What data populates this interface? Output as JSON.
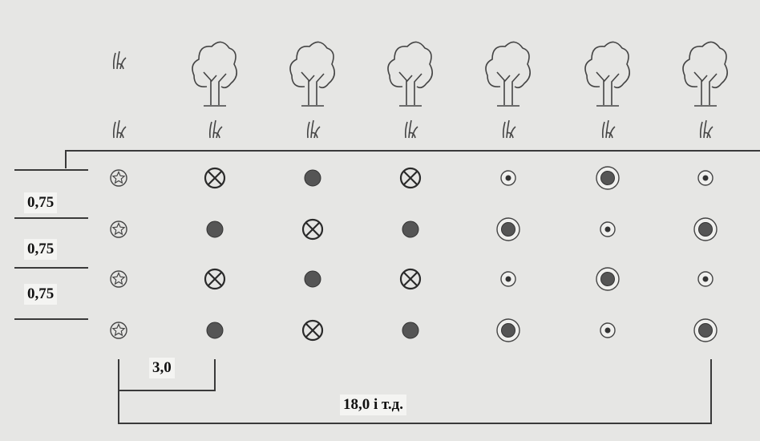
{
  "labels": {
    "row_spacing_1": "0,75",
    "row_spacing_2": "0,75",
    "row_spacing_3": "0,75",
    "column_spacing": "3,0",
    "total_length": "18,0 і т.д."
  },
  "top_row_symbols": [
    "grass",
    "tree",
    "tree",
    "tree",
    "tree",
    "tree",
    "tree"
  ],
  "second_row_symbols": [
    "grass",
    "grass",
    "grass",
    "grass",
    "grass",
    "grass",
    "grass"
  ],
  "planting_grid": [
    [
      "star",
      "cross",
      "solid",
      "cross",
      "dot",
      "ring",
      "dot"
    ],
    [
      "star",
      "solid",
      "cross",
      "solid",
      "ring",
      "dot",
      "ring"
    ],
    [
      "star",
      "cross",
      "solid",
      "cross",
      "dot",
      "ring",
      "dot"
    ],
    [
      "star",
      "solid",
      "cross",
      "solid",
      "ring",
      "dot",
      "ring"
    ]
  ],
  "colors": {
    "line": "#3a3a3a",
    "symbol": "#444444",
    "fill": "#555555"
  }
}
